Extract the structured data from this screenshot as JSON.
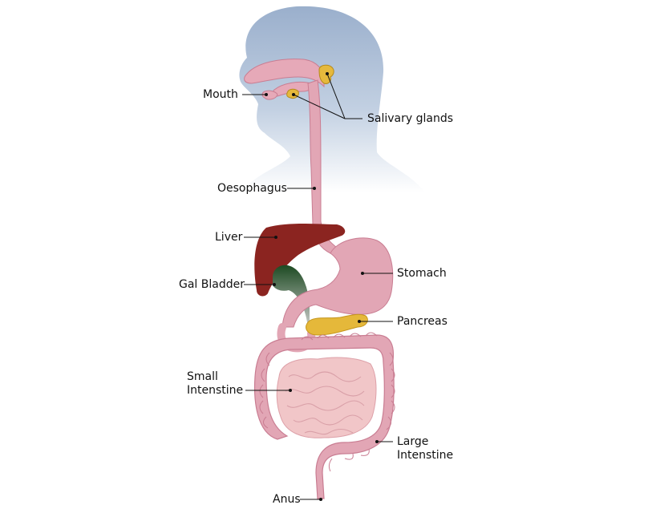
{
  "diagram": {
    "labels": {
      "mouth": "Mouth",
      "salivary_glands": "Salivary glands",
      "oesophagus": "Oesophagus",
      "liver": "Liver",
      "gal_bladder": "Gal Bladder",
      "stomach": "Stomach",
      "pancreas": "Pancreas",
      "small_intestine_1": "Small",
      "small_intestine_2": "Intenstine",
      "large_intestine_1": "Large",
      "large_intestine_2": "Intenstine",
      "anus": "Anus"
    },
    "colors": {
      "head": "#9fb2cd",
      "tract": "#e2a6b5",
      "tract_outline": "#c97d92",
      "liver": "#8e241f",
      "gall_bladder": "#1d4a22",
      "pancreas": "#e5b83a",
      "small_intestine": "#f1c6c8",
      "salivary": "#e5b83a"
    }
  }
}
